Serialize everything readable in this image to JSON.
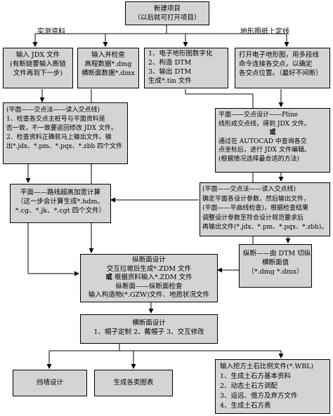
{
  "top": {
    "line1": "新建项目",
    "line2": "（以后就可打开项目）"
  },
  "branch_left": "实测资料",
  "branch_right": "地形图纸上定线",
  "box_jdx": {
    "line1": "输入 JDX 文件",
    "line2": "(有断链要输入断链",
    "line3": "文件再到下一步)"
  },
  "box_check": {
    "line1": "输入并检查",
    "line2": "高程数据*.dmg",
    "line3": "横断面数据*.dmx"
  },
  "box_dtm": {
    "line1": "1、电子地形图数字化",
    "line2": "2、构造 DTM",
    "line3": "3、输出 DTM",
    "line4": "生成*.tin 文件"
  },
  "box_topo": {
    "line1": "打开电子地形图，用多段线",
    "line2": "命令连接各交点，以确定",
    "line3": "各交点位置。（最好不间断）"
  },
  "box_left_jd": {
    "line1": "(平面——交点法——读入交点线)",
    "line2": "1、检查各交点主桩号与平面资料是",
    "line3": "否一致，不一致要返回修改 JDX 文件。",
    "line4": "2、检查资料正确就马上输出文件。输",
    "line5": "出*.jdx、*.pm、*.pqx、*.zbb 四个文件"
  },
  "box_pline": {
    "line1": "平面——交点设计——Pline",
    "line2": "线形成交点线，得到 JDX 文件。",
    "or": "或",
    "line3": "通过在 AUTOCAD 中查询各交",
    "line4": "点坐标后，进行 JDX 文件编辑。",
    "line5": "(根据情况选择最合适的方法)"
  },
  "box_route": {
    "line1": "平面——路线超高加宽计算",
    "line2": "（这一步会计算生成*.hdm、",
    "line3": "*.cg、*.jk、*.cgt 四个文件）"
  },
  "box_right_jd": {
    "line1": "(平面——交点法——读入交点线)",
    "line2": "确定平面各设计参数，然后输出文件，",
    "line3": "(平面——平曲线检查)，根据检查结果",
    "line4": "调整设计参数至符合设计规范要求后",
    "line5": "再输出文件(*.jdx、*.pm、*.pqx、*.zbb)。"
  },
  "box_profile": {
    "line1": "纵断面设计",
    "line2": "交互拉坡后生成*.ZDM 文件",
    "or": "或",
    "line3": "根据资料输入*.ZDM 文件",
    "line4": "纵断面——纵断面检查",
    "line5": "输入构造物(*.GZW)文件、地质状况文件"
  },
  "box_dtm_cut": {
    "line1": "纵断——由 DTM 切纵",
    "line2": "横断面值",
    "line3": "（*.dmg *.dmx）"
  },
  "box_cross": {
    "line1": "横断面设计",
    "line2": "1、帽子定制 2、戴帽子 3、交互修改"
  },
  "box_wall": {
    "label": "挡墙设计"
  },
  "box_tables": {
    "label": "生成各类图表"
  },
  "box_earth": {
    "line1": "输入挖方土石比例文件(*.WBL)",
    "line2": "1、生成土石方基本资料",
    "line3": "2、动态土石方调配",
    "line4": "3、运远、借方及弃方文件",
    "line5": "4、生成土石方表"
  }
}
